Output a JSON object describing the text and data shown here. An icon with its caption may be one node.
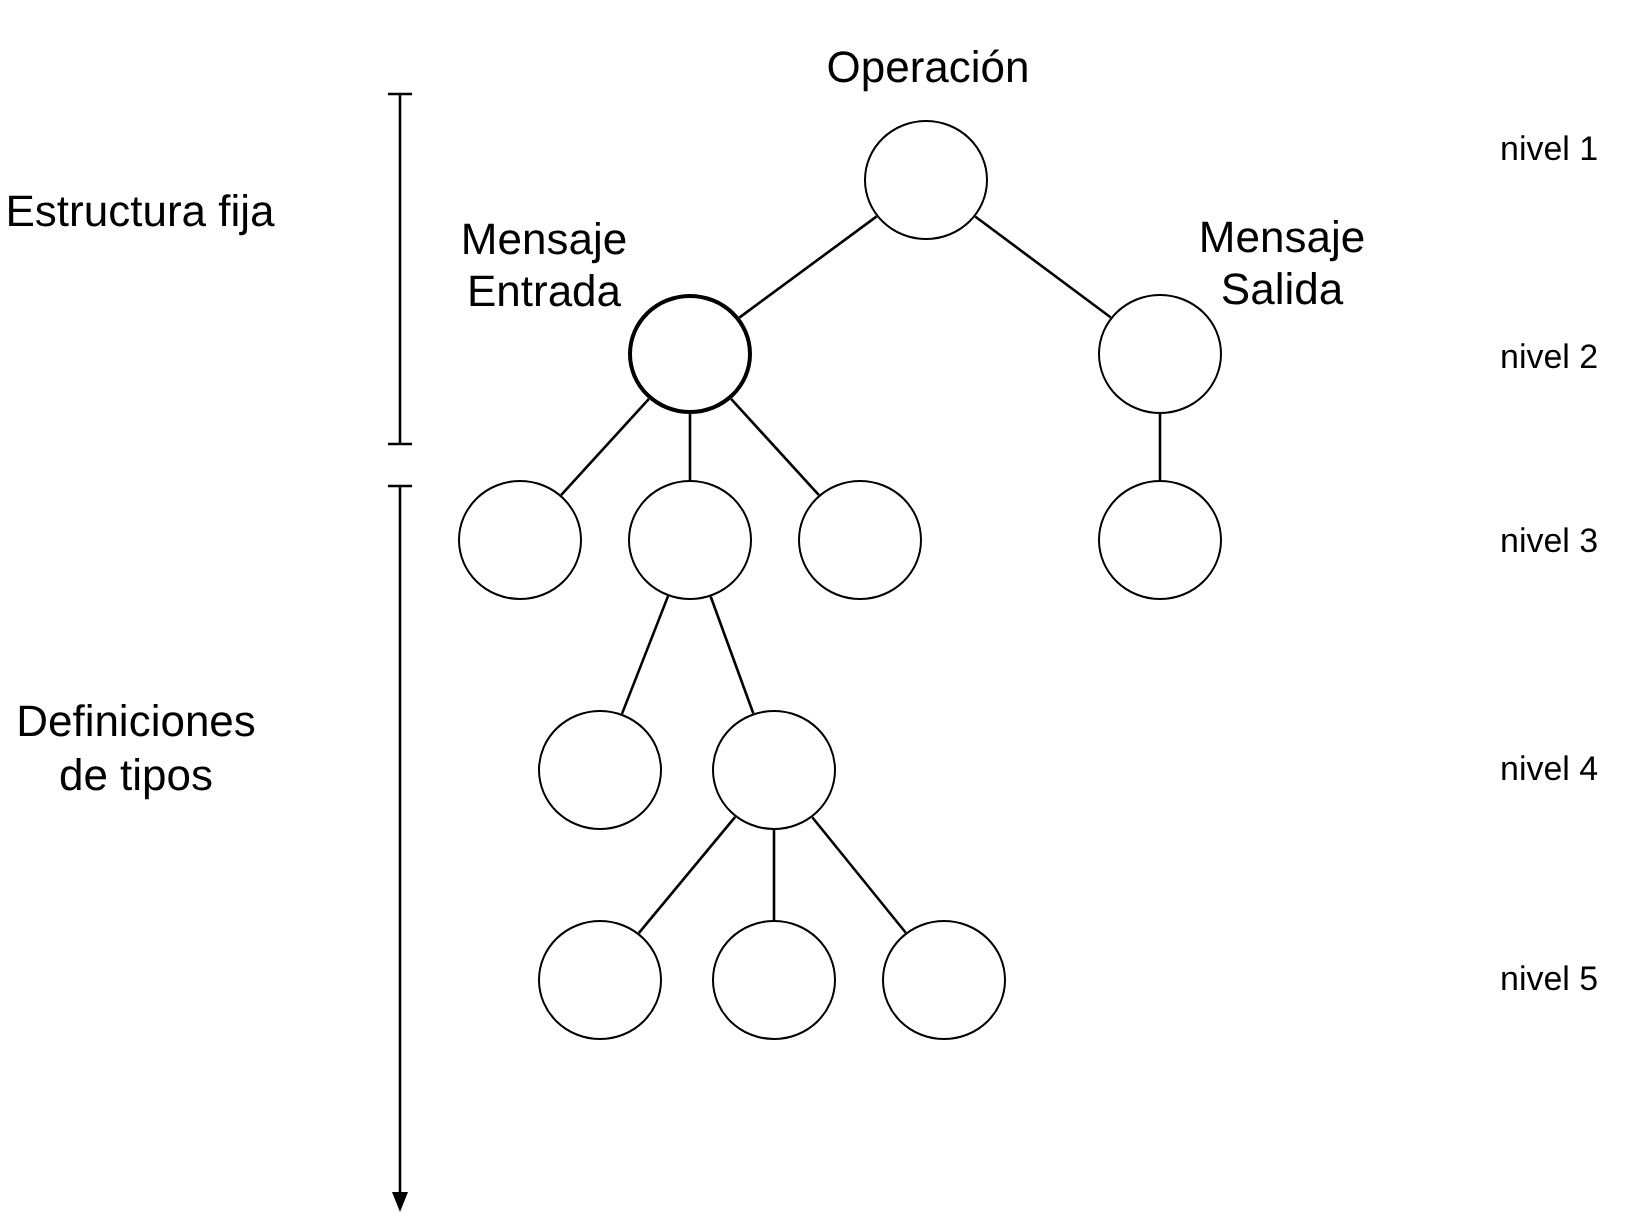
{
  "diagram": {
    "nodes": [
      {
        "text": [
          "Operación"
        ]
      },
      {
        "text": [
          "Mensaje Entrada"
        ]
      },
      {
        "text": [
          "Mensaje Salida"
        ]
      },
      {
        "text": [],
        "shape": "circle"
      },
      {
        "text": [],
        "shape": "circle"
      },
      {
        "text": [],
        "shape": "circle"
      },
      {
        "text": [],
        "shape": "circle"
      },
      {
        "text": [],
        "shape": "circle"
      },
      {
        "text": [],
        "shape": "circle"
      },
      {
        "text": [],
        "shape": "circle"
      },
      {
        "text": [],
        "shape": "circle"
      },
      {
        "text": [],
        "shape": "circle"
      }
    ],
    "edges": [
      {
        "from": 0,
        "to": 1,
        "arrow": "none"
      },
      {
        "from": 0,
        "to": 2,
        "arrow": "none"
      },
      {
        "from": 1,
        "to": 3,
        "arrow": "none"
      },
      {
        "from": 1,
        "to": 4,
        "arrow": "none"
      },
      {
        "from": 1,
        "to": 5,
        "arrow": "none"
      },
      {
        "from": 2,
        "to": 6,
        "arrow": "none"
      },
      {
        "from": 4,
        "to": 7,
        "arrow": "none"
      },
      {
        "from": 4,
        "to": 8,
        "arrow": "none"
      },
      {
        "from": 8,
        "to": 9,
        "arrow": "none"
      },
      {
        "from": 8,
        "to": 10,
        "arrow": "none"
      },
      {
        "from": 8,
        "to": 11,
        "arrow": "none"
      }
    ],
    "labels": [
      "Estructura fija",
      "nivel 1",
      "nivel 2",
      "Definiciones de tipos",
      "nivel 3",
      "nivel 4",
      "nivel 5"
    ]
  }
}
